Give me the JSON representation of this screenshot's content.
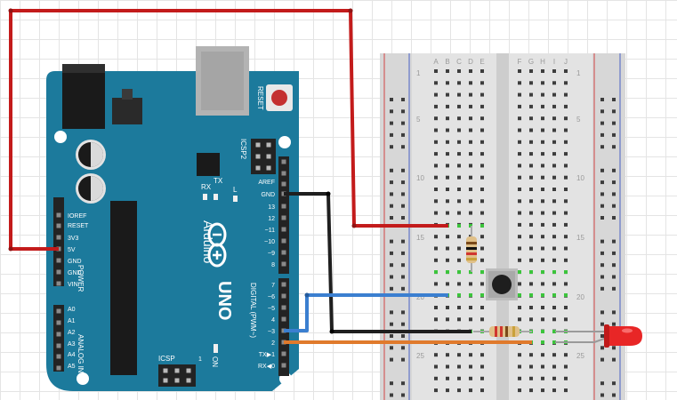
{
  "board": {
    "reset_label": "RESET",
    "icsp2_label": "ICSP2",
    "tx_label": "TX",
    "rx_label": "RX",
    "l_label": "L",
    "brand_label": "Arduino",
    "model_label": "UNO",
    "icsp_label": "ICSP",
    "on_label": "ON",
    "icsp_pin1_label": "1",
    "power_header_label": "POWER",
    "analog_header_label": "ANALOG IN",
    "digital_header_label": "DIGITAL (PWM~)",
    "power_pins": [
      "IOREF",
      "RESET",
      "3V3",
      "5V",
      "GND",
      "GND",
      "VIN"
    ],
    "analog_pins": [
      "A0",
      "A1",
      "A2",
      "A3",
      "A4",
      "A5"
    ],
    "top_header_pins": [
      "AREF",
      "GND",
      "13",
      "12",
      "~11",
      "~10",
      "~9",
      "8"
    ],
    "bottom_header_pins": [
      "7",
      "~6",
      "~5",
      "4",
      "~3",
      "2",
      "TX▶1",
      "RX◀0"
    ]
  },
  "breadboard": {
    "column_letters_left": [
      "A",
      "B",
      "C",
      "D",
      "E"
    ],
    "column_letters_right": [
      "F",
      "G",
      "H",
      "I",
      "J"
    ],
    "row_numbers": [
      "1",
      "5",
      "10",
      "15",
      "20",
      "25"
    ]
  },
  "colors": {
    "board": "#1c7a9c",
    "wire_5v": "#c31b1b",
    "wire_gnd": "#1f1f1f",
    "wire_pin3": "#3b7fd0",
    "wire_pin2": "#e07a2c",
    "led": "#e82626"
  }
}
